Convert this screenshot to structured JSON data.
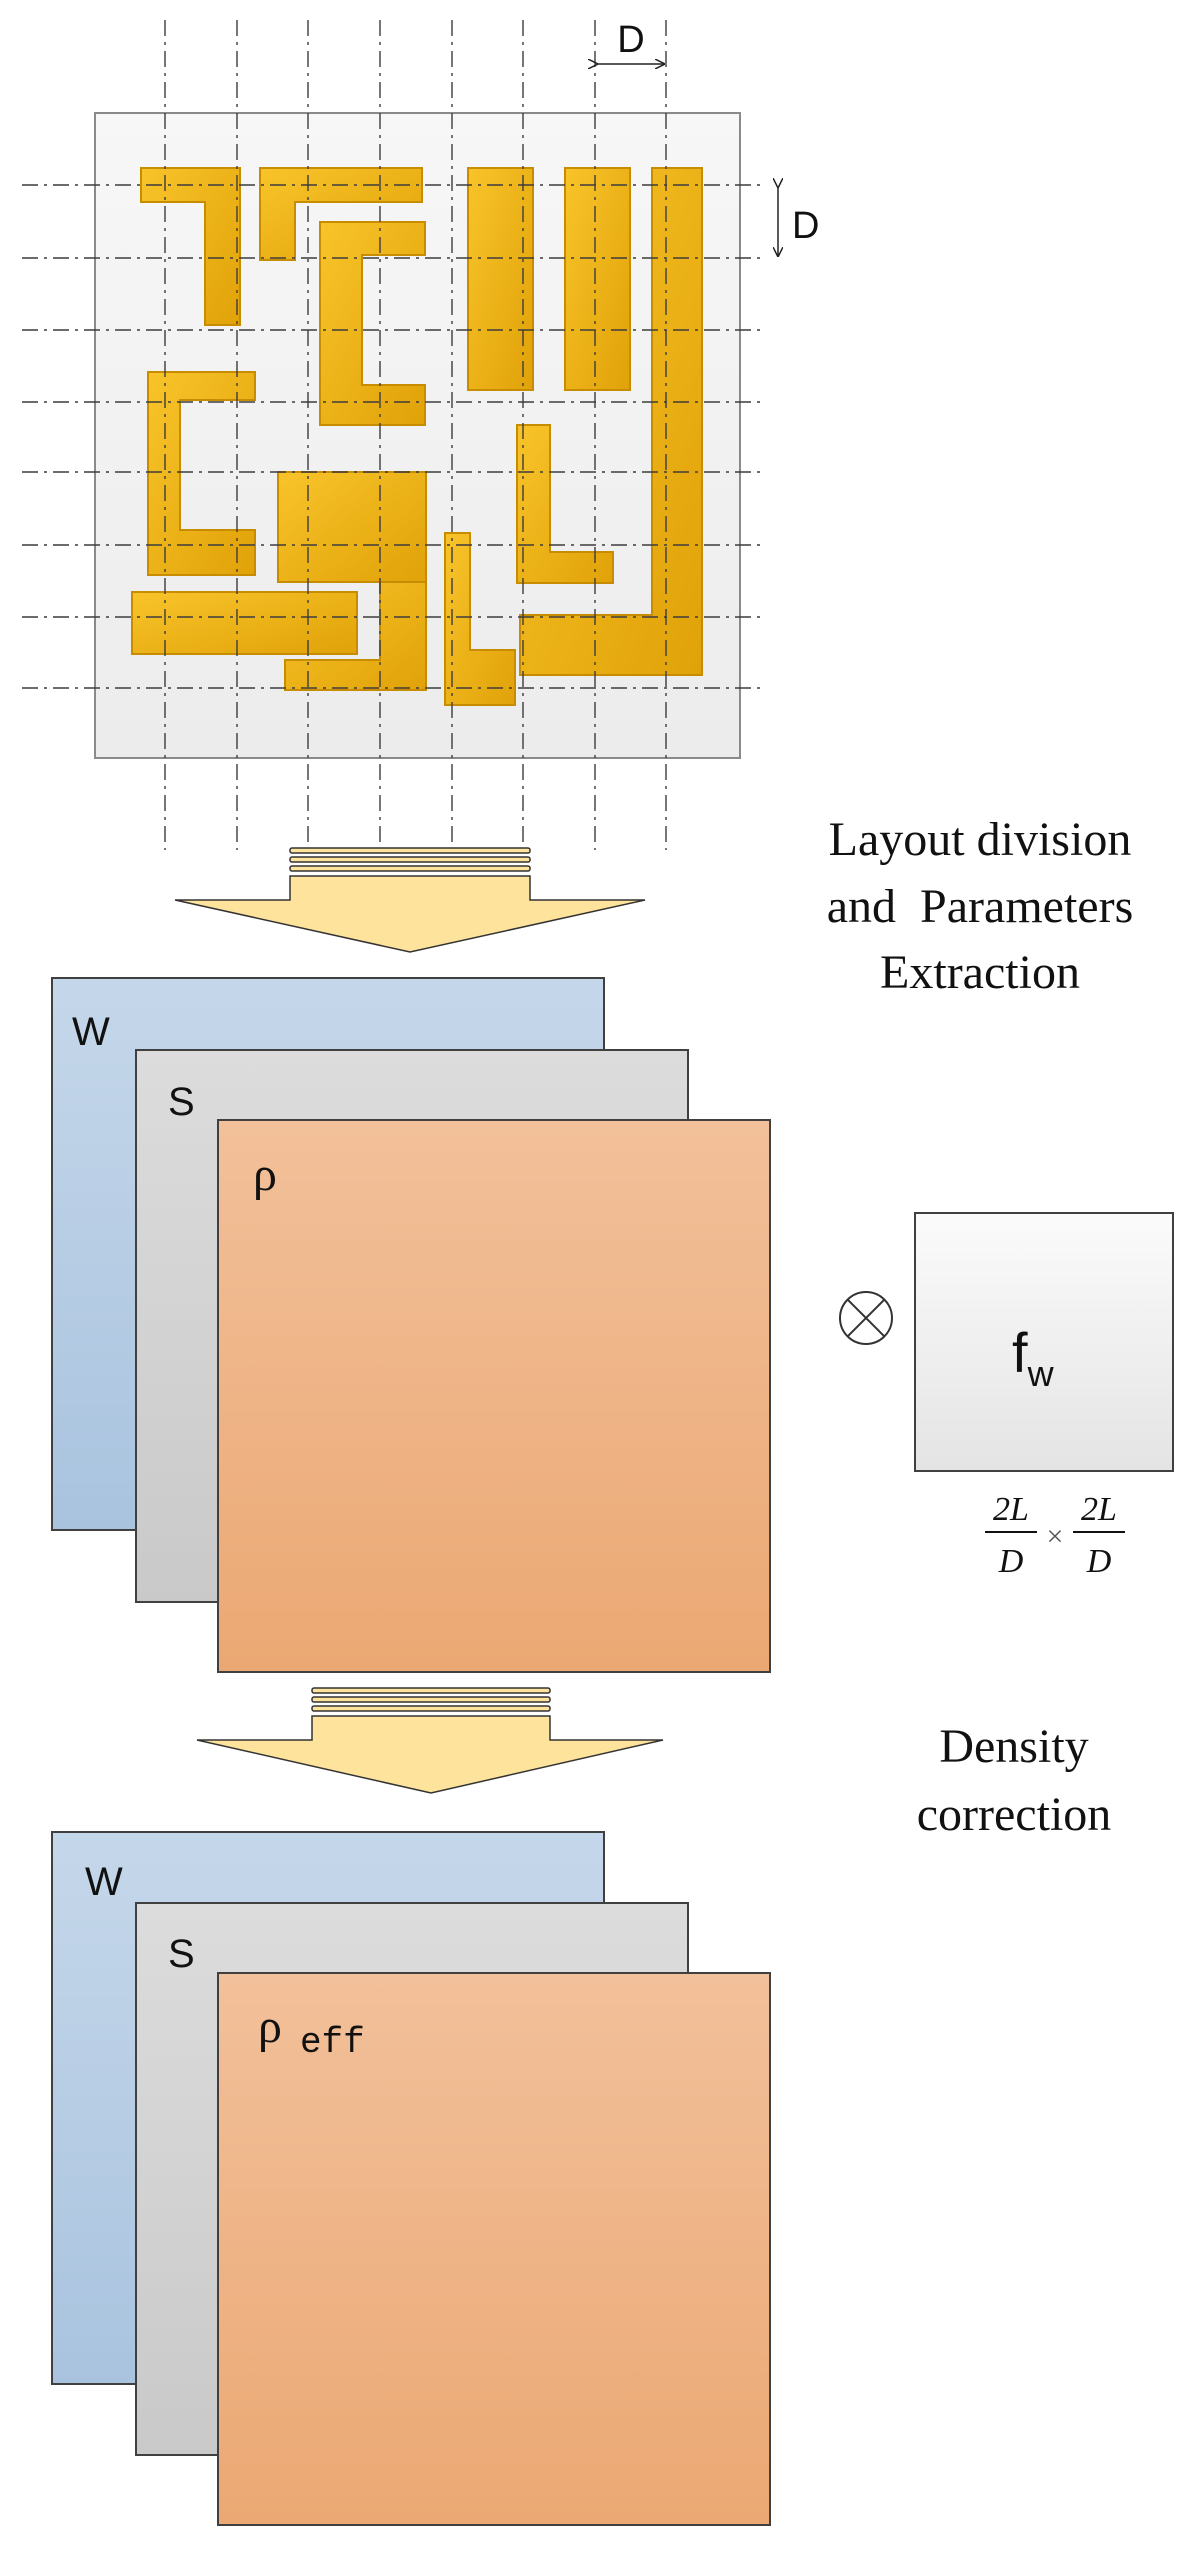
{
  "diagram": {
    "dimension_label_horizontal": "D",
    "dimension_label_vertical": "D",
    "step1_caption": [
      "Layout division",
      "and  Parameters",
      "Extraction"
    ],
    "step2_caption": [
      "Density",
      "correction"
    ],
    "stack1": {
      "back": "W",
      "middle": "S",
      "front": "ρ"
    },
    "stack2": {
      "back": "W",
      "middle": "S",
      "front": "ρ",
      "front_subscript": "eff"
    },
    "operator_symbol": "⊗",
    "kernel_label": "f",
    "kernel_subscript": "w",
    "kernel_size": {
      "num1": "2L",
      "den1": "D",
      "times": "×",
      "num2": "2L",
      "den2": "D"
    },
    "colors": {
      "metal": "#f2b318",
      "metal_edge": "#c88c00",
      "layout_bg": "#f3f3f3",
      "arrow_fill": "#fde39c",
      "layer_w": "#b6cde6",
      "layer_s": "#d6d6d6",
      "layer_rho": "#efb07c"
    }
  }
}
